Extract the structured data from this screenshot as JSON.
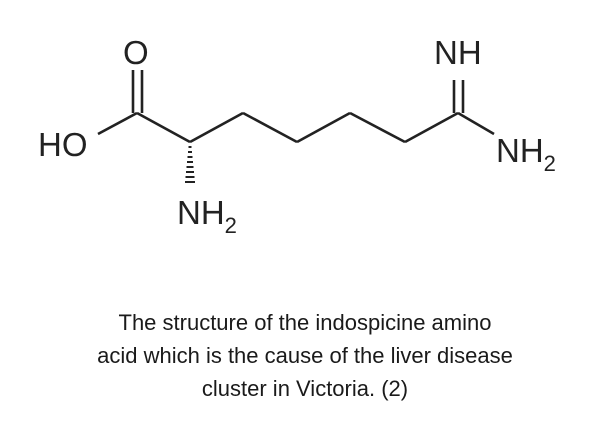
{
  "structure": {
    "atoms": {
      "hydroxyl": "HO",
      "carbonyl_oxygen": "O",
      "imine": "NH",
      "amidine_amine": "NH",
      "amidine_amine_subscript": "2",
      "alpha_amine": "NH",
      "alpha_amine_subscript": "2"
    }
  },
  "caption": {
    "lines": [
      "The structure of the indospicine amino",
      "acid which is the cause of the liver disease",
      "cluster in Victoria. (2)"
    ]
  },
  "colors": {
    "ink": "#222222",
    "background": "#ffffff"
  }
}
